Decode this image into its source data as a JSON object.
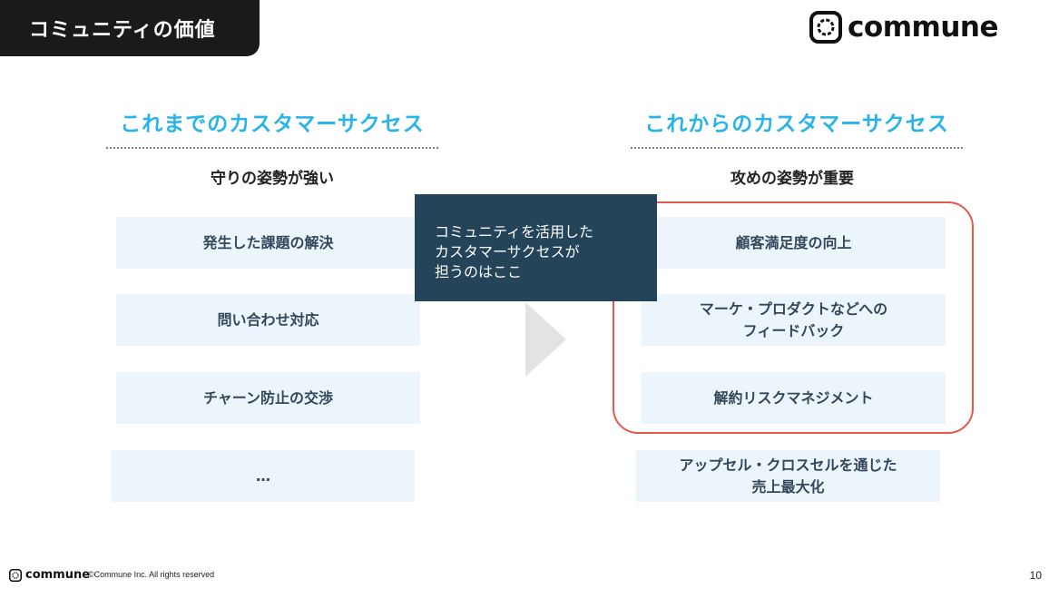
{
  "header": {
    "title": "コミュニティの価値",
    "brand": "commune"
  },
  "left": {
    "heading": "これまでのカスタマーサクセス",
    "subheading": "守りの姿勢が強い",
    "items": [
      "発生した課題の解決",
      "問い合わせ対応",
      "チャーン防止の交渉",
      "…"
    ]
  },
  "right": {
    "heading": "これからのカスタマーサクセス",
    "subheading": "攻めの姿勢が重要",
    "items": [
      "顧客満足度の向上",
      "マーケ・プロダクトなどへの\nフィードバック",
      "解約リスクマネジメント"
    ],
    "extra_item": "アップセル・クロスセルを通じた\n売上最大化"
  },
  "callout": {
    "text": "コミュニティを活用した\nカスタマーサクセスが\n担うのはここ"
  },
  "footer": {
    "brand": "commune",
    "copyright": "©Commune Inc. All rights reserved",
    "page_number": "10"
  },
  "colors": {
    "accent_blue": "#29b3e6",
    "highlight_red": "#e6584a",
    "callout_navy": "#24445a",
    "card_bg": "#edf5fc",
    "title_bg": "#1a1a1a"
  },
  "icons": {
    "brand_logo": "commune-logo-icon",
    "arrow": "chevron-right-icon"
  }
}
